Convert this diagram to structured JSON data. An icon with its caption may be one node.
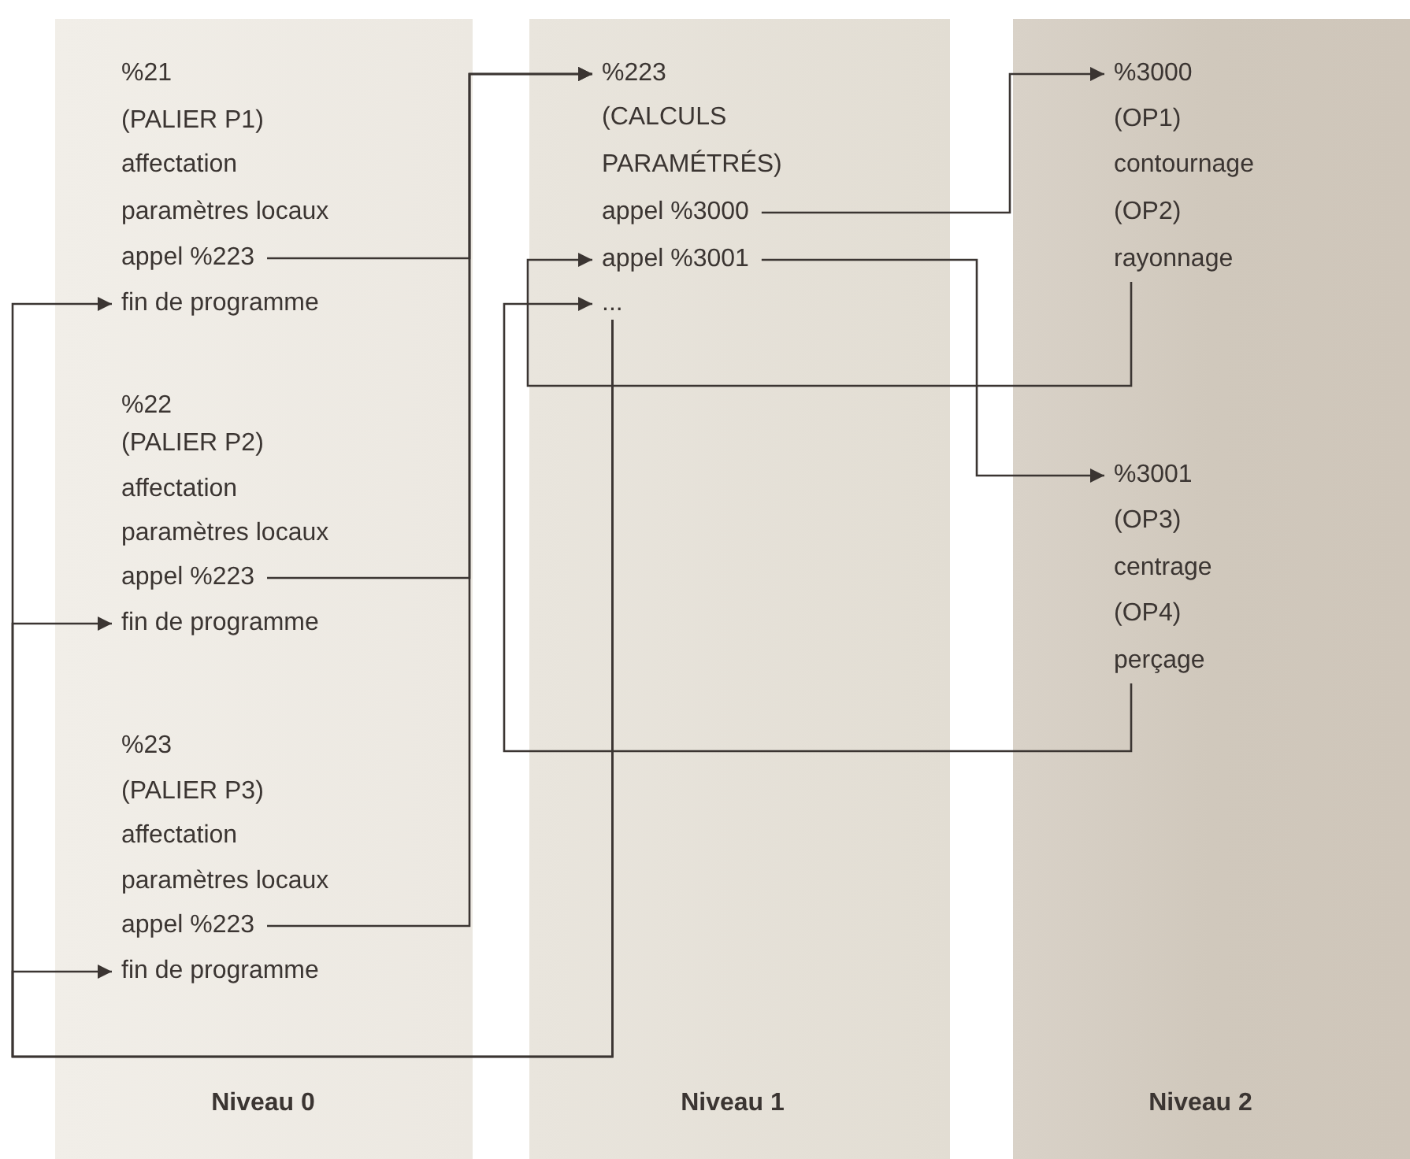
{
  "diagram": {
    "nodes": [
      {
        "text": [
          "Niveau 0"
        ]
      },
      {
        "text": [
          "%21"
        ],
        "in": 0
      },
      {
        "text": [
          "(PALIER P1)"
        ],
        "in": 0
      },
      {
        "text": [
          "affectation"
        ],
        "in": 0
      },
      {
        "text": [
          "paramètres locaux"
        ],
        "in": 0
      },
      {
        "text": [
          "appel %223"
        ],
        "in": 0
      },
      {
        "text": [
          "fin de programme"
        ],
        "in": 0
      },
      {
        "text": [
          "%22"
        ],
        "in": 0
      },
      {
        "text": [
          "(PALIER P2)"
        ],
        "in": 0
      },
      {
        "text": [
          "affectation"
        ],
        "in": 0
      },
      {
        "text": [
          "paramètres locaux"
        ],
        "in": 0
      },
      {
        "text": [
          "appel %223"
        ],
        "in": 0
      },
      {
        "text": [
          "fin de programme"
        ],
        "in": 0
      },
      {
        "text": [
          "%23"
        ],
        "in": 0
      },
      {
        "text": [
          "(PALIER P3)"
        ],
        "in": 0
      },
      {
        "text": [
          "affectation"
        ],
        "in": 0
      },
      {
        "text": [
          "paramètres locaux"
        ],
        "in": 0
      },
      {
        "text": [
          "appel %223"
        ],
        "in": 0
      },
      {
        "text": [
          "fin de programme"
        ],
        "in": 0
      },
      {
        "text": [
          "Niveau 1"
        ]
      },
      {
        "text": [
          "%223"
        ],
        "in": 19
      },
      {
        "text": [
          "(CALCULS PARAMÉTRÉS)"
        ],
        "in": 19
      },
      {
        "text": [
          "appel %3000"
        ],
        "in": 19
      },
      {
        "text": [
          "appel %3001"
        ],
        "in": 19
      },
      {
        "text": [
          "..."
        ],
        "in": 19
      },
      {
        "text": [
          "Niveau 2"
        ]
      },
      {
        "text": [
          "%3000"
        ],
        "in": 25
      },
      {
        "text": [
          "(OP1)"
        ],
        "in": 25
      },
      {
        "text": [
          "contournage"
        ],
        "in": 25
      },
      {
        "text": [
          "(OP2)"
        ],
        "in": 25
      },
      {
        "text": [
          "rayonnage"
        ],
        "in": 25
      },
      {
        "text": [
          "%3001"
        ],
        "in": 25
      },
      {
        "text": [
          "(OP3)"
        ],
        "in": 25
      },
      {
        "text": [
          "centrage"
        ],
        "in": 25
      },
      {
        "text": [
          "(OP4)"
        ],
        "in": 25
      },
      {
        "text": [
          "perçage"
        ],
        "in": 25
      }
    ],
    "edges": [
      {
        "from": 5,
        "to": 20,
        "arrow": "to"
      },
      {
        "from": 11,
        "to": 20,
        "arrow": "to"
      },
      {
        "from": 17,
        "to": 20,
        "arrow": "to"
      },
      {
        "from": 22,
        "to": 26,
        "arrow": "to"
      },
      {
        "from": 30,
        "to": 23,
        "arrow": "to"
      },
      {
        "from": 23,
        "to": 31,
        "arrow": "to"
      },
      {
        "from": 35,
        "to": 24,
        "arrow": "to"
      },
      {
        "from": 24,
        "to": 6,
        "arrow": "to"
      },
      {
        "from": 24,
        "to": 12,
        "arrow": "to"
      },
      {
        "from": 24,
        "to": 18,
        "arrow": "to"
      }
    ]
  }
}
